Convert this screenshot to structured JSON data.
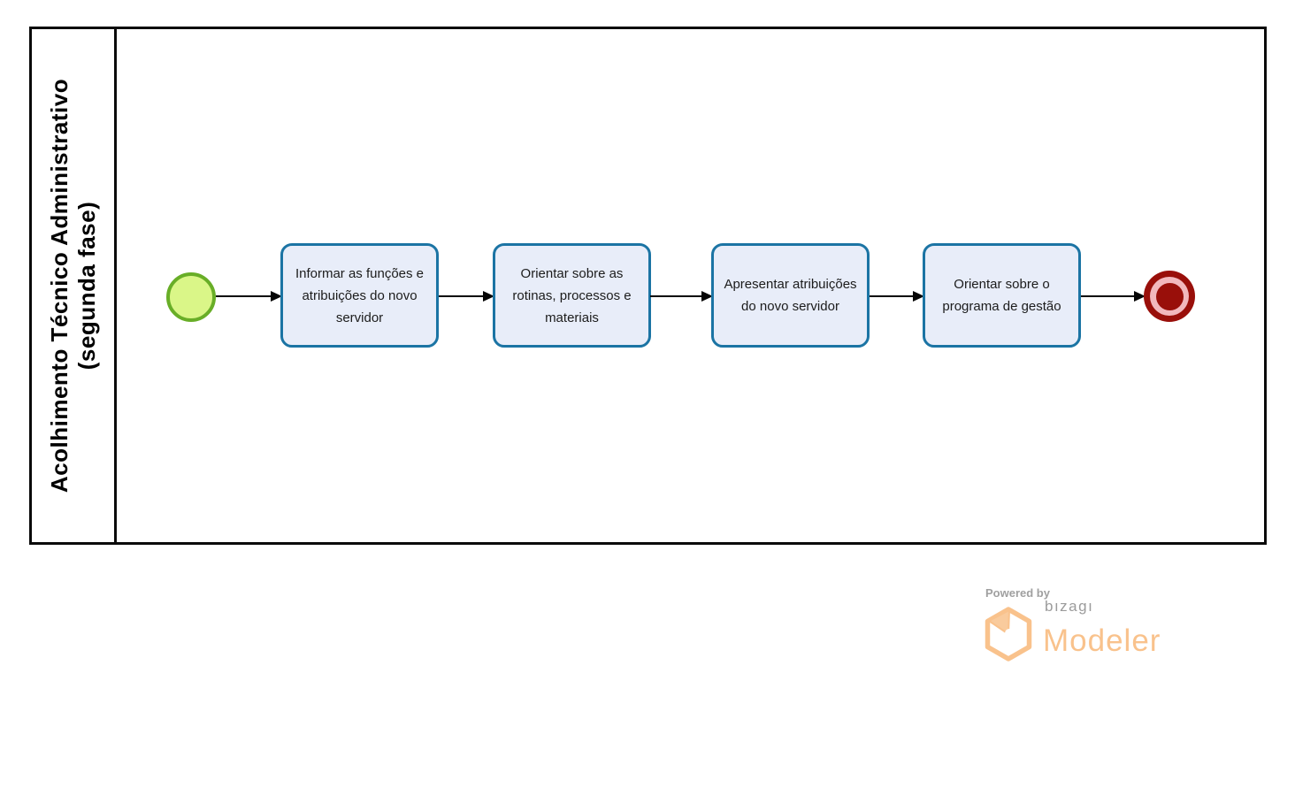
{
  "pool": {
    "title_line1": "Acolhimento Técnico Administrativo",
    "title_line2": "(segunda fase)"
  },
  "process": {
    "tasks": [
      {
        "label": "Informar as funções e atribuições do novo servidor"
      },
      {
        "label": "Orientar sobre as rotinas, processos e materiais"
      },
      {
        "label": "Apresentar atribuições do novo servidor"
      },
      {
        "label": "Orientar sobre o programa de gestão"
      }
    ],
    "start_event": {
      "type": "start"
    },
    "end_event": {
      "type": "end"
    },
    "flow_count": 5
  },
  "branding": {
    "powered_by": "Powered by",
    "brand": "bızagı",
    "product": "Modeler"
  },
  "colors": {
    "pool_border": "#0a0a0a",
    "task_fill": "#e8edf9",
    "task_border": "#1b74a4",
    "start_fill": "#daf688",
    "start_border": "#68ae27",
    "end_red": "#990f0a",
    "end_inner_ring": "#f2b8bd",
    "brand_orange": "#f9c28c",
    "brand_gray": "#9b9b9b"
  }
}
